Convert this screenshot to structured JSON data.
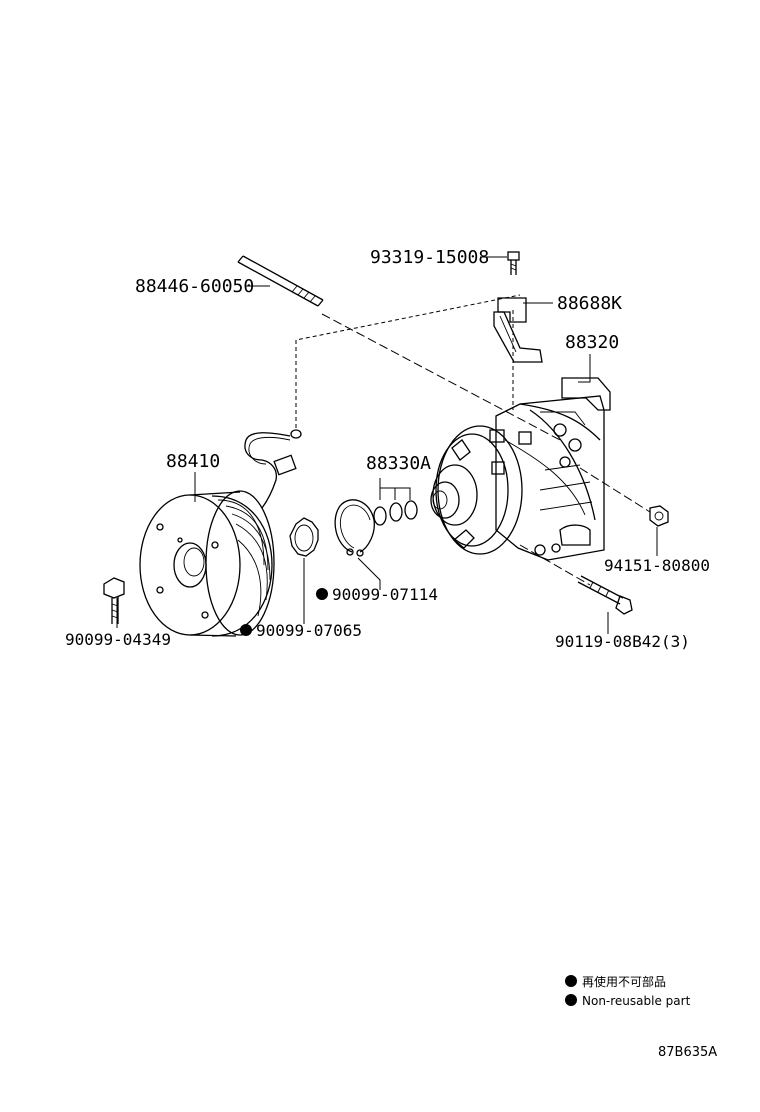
{
  "parts": {
    "p93319": "93319-15008",
    "p88446": "88446-60050",
    "p88688K": "88688K",
    "p88320": "88320",
    "p88410": "88410",
    "p88330A": "88330A",
    "p94151": "94151-80800",
    "p90099_07114": "90099-07114",
    "p90099_07065": "90099-07065",
    "p90099_04349": "90099-04349",
    "p90119": "90119-08B42(3)"
  },
  "legend": {
    "jp": "再使用不可部品",
    "en": "Non-reusable part"
  },
  "diagram_code": "87B635A"
}
